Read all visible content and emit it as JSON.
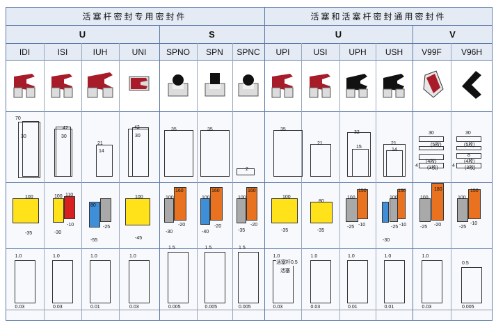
{
  "title_left": "活塞杆密封专用密封件",
  "title_right": "活塞和活塞杆密封通用密封件",
  "groups": [
    "U",
    "S",
    "U",
    "V"
  ],
  "models": [
    "IDI",
    "ISI",
    "IUH",
    "UNI",
    "SPNO",
    "SPN",
    "SPNC",
    "UPI",
    "USI",
    "UPH",
    "USH",
    "V99F",
    "V96H"
  ],
  "colors": {
    "yellow": "#ffe21a",
    "red": "#d8201e",
    "orange": "#e8721f",
    "blue": "#3f8fd8",
    "gray": "#a9a9a9",
    "seal": "#a81c2a",
    "metal": "#c9c9c9"
  },
  "icons": [
    "u-seal-red-icon",
    "u-seal-red-icon",
    "lip-seal-red-icon",
    "rod-seal-red-icon",
    "o-ring-seal-icon",
    "square-ring-seal-icon",
    "o-ring-seal-icon",
    "u-seal-red-icon",
    "u-seal-red-icon",
    "u-seal-black-icon",
    "u-seal-black-icon",
    "v-seal-red-icon",
    "v-seal-black-icon"
  ],
  "groove_labels": [
    [
      "70",
      "30"
    ],
    [
      "42",
      "30"
    ],
    [
      "21",
      "14"
    ],
    [
      "42",
      "30"
    ],
    [
      "35"
    ],
    [
      "35"
    ],
    [
      "2"
    ],
    [
      "35"
    ],
    [
      "21"
    ],
    [
      "32",
      "15"
    ],
    [
      "21",
      "14"
    ],
    [
      "30",
      "(5枚)",
      "(4枚)",
      "(3枚)",
      "4"
    ],
    [
      "30",
      "(5枚)",
      "8",
      "(4枚)",
      "(3枚)",
      "4"
    ]
  ],
  "temp_labels": [
    [
      "100",
      "-35"
    ],
    [
      "110",
      "100",
      "-10",
      "-30"
    ],
    [
      "80",
      "-25",
      "-55"
    ],
    [
      "100",
      "-45"
    ],
    [
      "160",
      "100",
      "-20",
      "-30"
    ],
    [
      "160",
      "100",
      "-20",
      "-40"
    ],
    [
      "160",
      "100",
      "-20",
      "-35"
    ],
    [
      "100",
      "-35"
    ],
    [
      "80",
      "-35"
    ],
    [
      "150",
      "100",
      "-10",
      "-25"
    ],
    [
      "150",
      "100",
      "-10",
      "-25",
      "-30"
    ],
    [
      "180",
      "100",
      "-20",
      "-25"
    ],
    [
      "150",
      "100",
      "-10",
      "-25"
    ]
  ],
  "speed_top": [
    "1.0",
    "1.0",
    "1.0",
    "1.0",
    "1.5",
    "1.5",
    "1.5",
    "1.0",
    "1.0",
    "1.0",
    "1.0",
    "1.0",
    "0.5"
  ],
  "speed_bottom": [
    "0.03",
    "0.03",
    "0.01",
    "0.03",
    "0.005",
    "0.005",
    "0.005",
    "0.03",
    "0.03",
    "0.01",
    "0.01",
    "0.03",
    "0.005"
  ],
  "upi_extra": [
    "活塞杆0.5",
    "活塞"
  ]
}
